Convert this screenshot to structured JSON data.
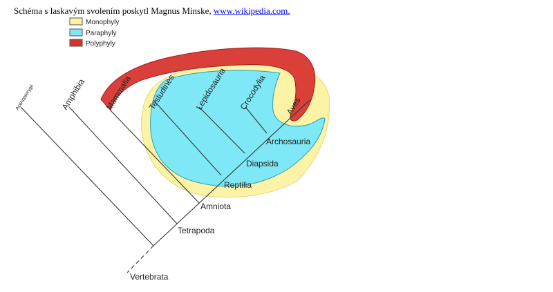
{
  "caption": {
    "text": "Schéma s laskavým svolením poskytl Magnus Minske,",
    "link_text": "www.wikipedia.com."
  },
  "legend": [
    {
      "label": "Monophyly",
      "color": "#fdf3a6"
    },
    {
      "label": "Paraphyly",
      "color": "#7ee8f6"
    },
    {
      "label": "Polyphyly",
      "color": "#d7312c"
    }
  ],
  "taxa": {
    "actinopterygii": "Actinopterygii",
    "amphibia": "Amphibia",
    "mammalia": "Mammalia",
    "testudines": "Testudines",
    "lepidosauria": "Lepidosauria",
    "crocodylia": "Crocodylia",
    "aves": "Aves"
  },
  "nodes": {
    "archosauria": "Archosauria",
    "diapsida": "Diapsida",
    "reptilia": "Reptilia",
    "amniota": "Amniota",
    "tetrapoda": "Tetrapoda",
    "vertebrata": "Vertebrata"
  }
}
